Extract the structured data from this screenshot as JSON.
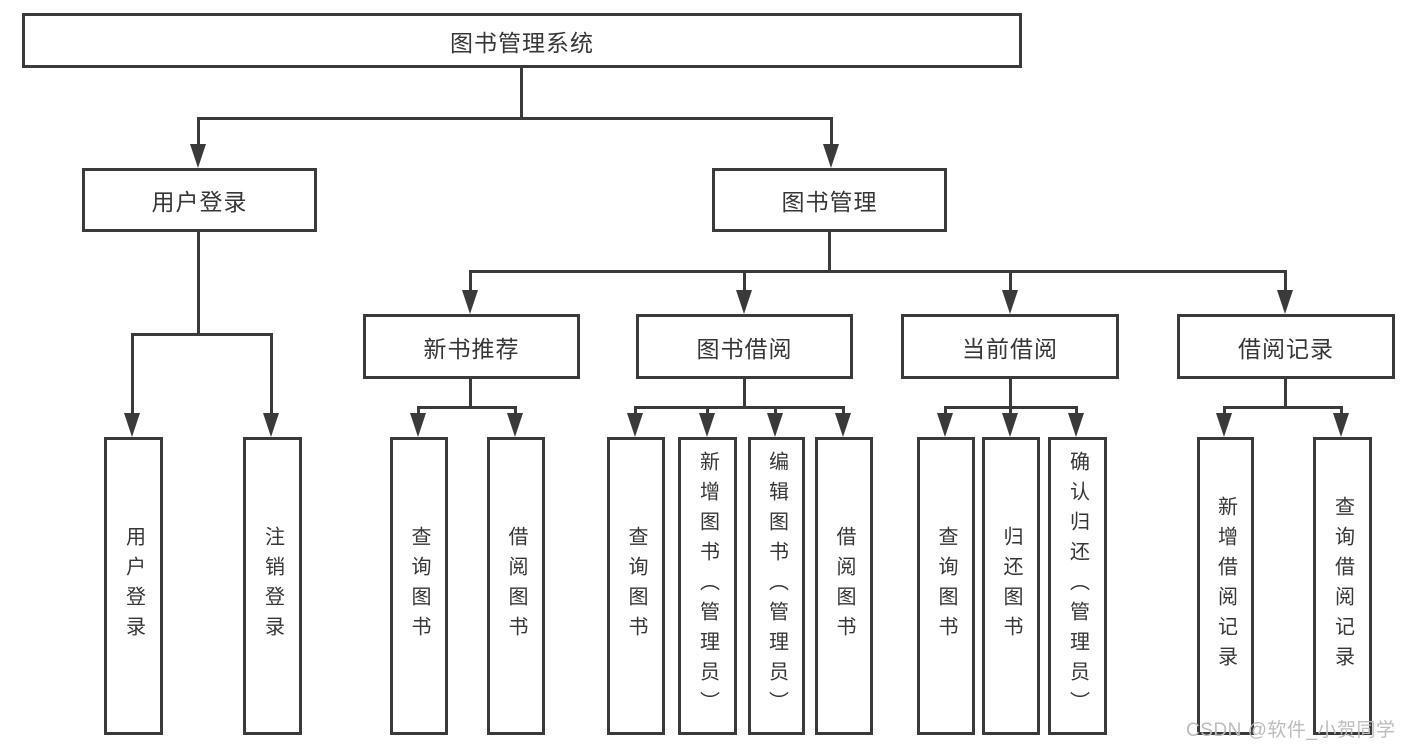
{
  "diagram": {
    "title": "图书管理系统",
    "root_label": "图书管理系统",
    "level2": [
      "用户登录",
      "图书管理"
    ],
    "level3": [
      "新书推荐",
      "图书借阅",
      "当前借阅",
      "借阅记录"
    ],
    "leaves_user": [
      "用户登录",
      "注销登录"
    ],
    "leaves_newbook": [
      "查询图书",
      "借阅图书"
    ],
    "leaves_borrow": [
      "查询图书",
      "新增图书（管理员）",
      "编辑图书（管理员）",
      "借阅图书"
    ],
    "leaves_current": [
      "查询图书",
      "归还图书",
      "确认归还（管理员）"
    ],
    "leaves_records": [
      "新增借阅记录",
      "查询借阅记录"
    ]
  },
  "watermark": {
    "text": "CSDN @软件_小贺同学"
  },
  "colors": {
    "line": "#3a3a3a",
    "text": "#363636",
    "watermark": "#bdbdbd",
    "background": "#ffffff"
  }
}
